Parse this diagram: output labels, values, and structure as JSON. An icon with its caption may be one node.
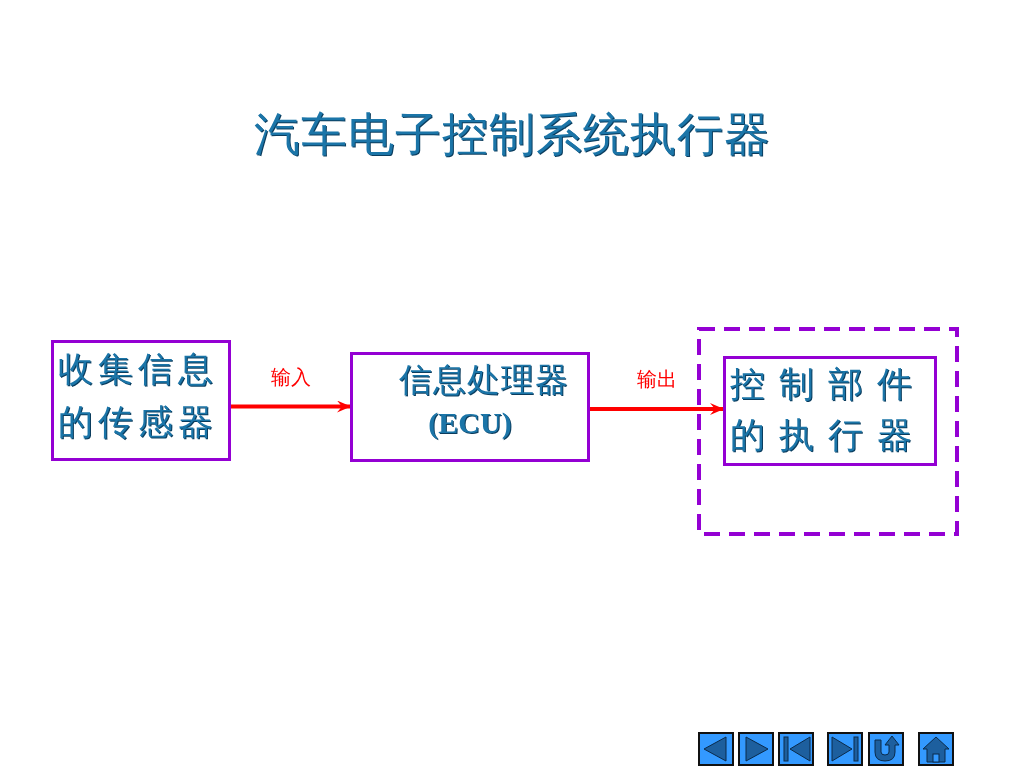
{
  "diagram": {
    "title": "汽车电子控制系统执行器",
    "nodes": [
      {
        "text": [
          "收集信息的传感器"
        ]
      },
      {
        "text": [
          "信息处理器",
          "(ECU)"
        ]
      },
      {
        "text": [],
        "shape": "box"
      },
      {
        "text": [
          "控制部件的执行器"
        ],
        "in": 2
      }
    ],
    "edges": [
      {
        "from": 0,
        "to": 1,
        "arrow": "to",
        "label": "输入"
      },
      {
        "from": 1,
        "to": 3,
        "arrow": "to",
        "label": "输出"
      }
    ]
  }
}
